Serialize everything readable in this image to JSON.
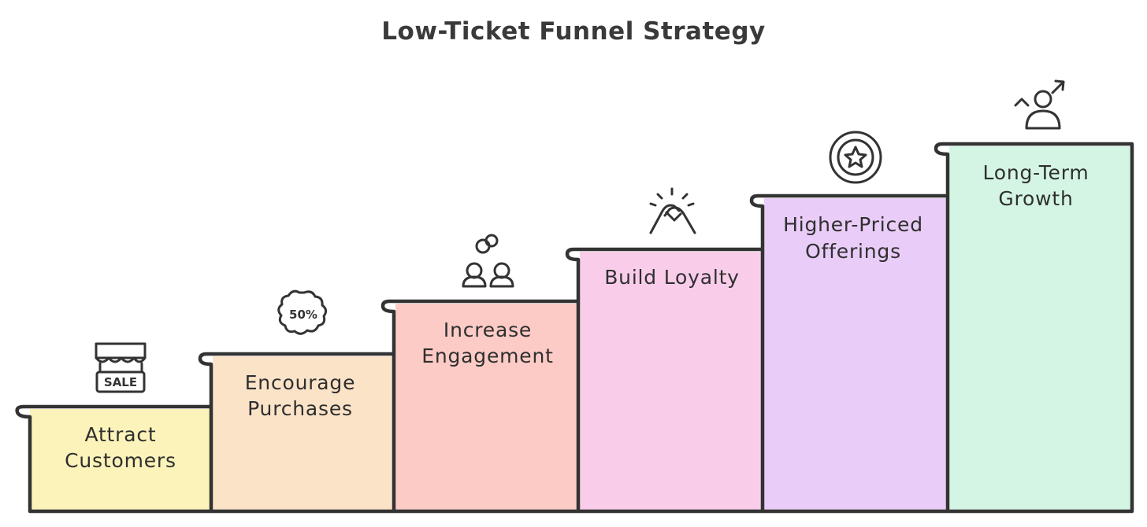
{
  "title": "Low-Ticket Funnel Strategy",
  "steps": [
    {
      "label_lines": [
        "Attract",
        "Customers"
      ],
      "color": "#fbf3b9",
      "icon": "shop-sale-icon",
      "icon_text": "SALE"
    },
    {
      "label_lines": [
        "Encourage",
        "Purchases"
      ],
      "color": "#fbe3c8",
      "icon": "discount-badge-icon",
      "icon_text": "50%"
    },
    {
      "label_lines": [
        "Increase",
        "Engagement"
      ],
      "color": "#fdcbc6",
      "icon": "people-link-icon"
    },
    {
      "label_lines": [
        "Build Loyalty"
      ],
      "color": "#f9cde9",
      "icon": "handshake-icon"
    },
    {
      "label_lines": [
        "Higher-Priced",
        "Offerings"
      ],
      "color": "#e9ccf7",
      "icon": "star-medal-icon"
    },
    {
      "label_lines": [
        "Long-Term",
        "Growth"
      ],
      "color": "#d4f5e3",
      "icon": "person-growth-icon"
    }
  ]
}
